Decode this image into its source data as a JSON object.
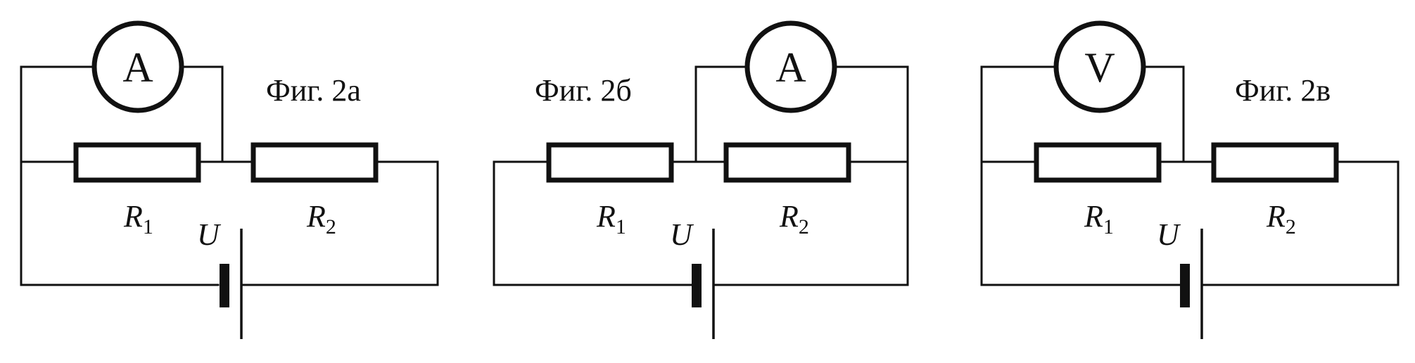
{
  "figures": [
    {
      "caption": "Фиг. 2а",
      "meter": "A",
      "r1": {
        "symbol": "R",
        "sub": "1"
      },
      "r2": {
        "symbol": "R",
        "sub": "2"
      },
      "source": "U"
    },
    {
      "caption": "Фиг. 2б",
      "meter": "A",
      "r1": {
        "symbol": "R",
        "sub": "1"
      },
      "r2": {
        "symbol": "R",
        "sub": "2"
      },
      "source": "U"
    },
    {
      "caption": "Фиг. 2в",
      "meter": "V",
      "r1": {
        "symbol": "R",
        "sub": "1"
      },
      "r2": {
        "symbol": "R",
        "sub": "2"
      },
      "source": "U"
    }
  ]
}
